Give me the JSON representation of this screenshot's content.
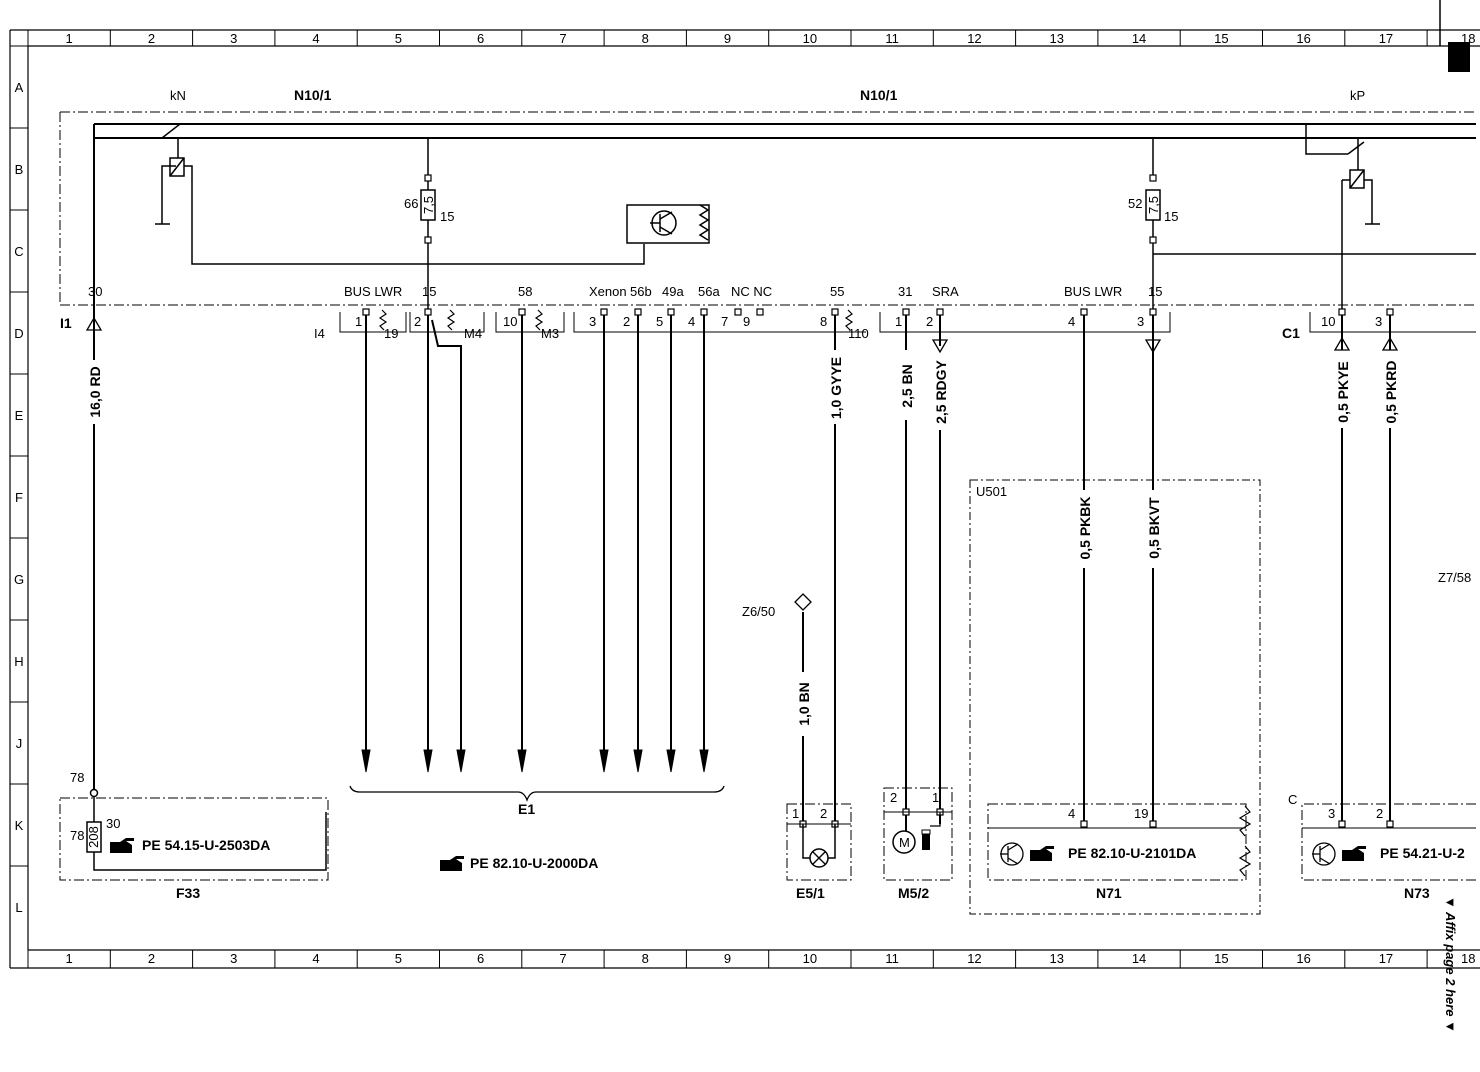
{
  "grid": {
    "columns": [
      "1",
      "2",
      "3",
      "4",
      "5",
      "6",
      "7",
      "8",
      "9",
      "10",
      "11",
      "12",
      "13",
      "14",
      "15",
      "16",
      "17",
      "18"
    ],
    "rows": [
      "A",
      "B",
      "C",
      "D",
      "E",
      "F",
      "G",
      "H",
      "J",
      "K",
      "L"
    ]
  },
  "modules": {
    "n10_1_left": "N10/1",
    "n10_1_center": "N10/1",
    "relay_kn": "kN",
    "relay_kp": "kP",
    "fuse66": "66",
    "fuse66_rating": "7,5",
    "fuse66_term": "15",
    "fuse52": "52",
    "fuse52_rating": "7,5",
    "fuse52_term": "15"
  },
  "terminals": {
    "t30": "30",
    "bus_lwr_1": "BUS LWR",
    "t15_1": "15",
    "t58": "58",
    "xenon": "Xenon",
    "t56b": "56b",
    "t49a": "49a",
    "t56a": "56a",
    "nc": "NC NC",
    "t55": "55",
    "t31": "31",
    "sra": "SRA",
    "bus_lwr_2": "BUS LWR",
    "t15_2": "15"
  },
  "connectors": {
    "i1": "I1",
    "i4": "I4",
    "m4": "M4",
    "m3": "M3",
    "c1": "C1",
    "c": "C"
  },
  "pins": {
    "p1": "1",
    "p19": "19",
    "p2": "2",
    "p10": "10",
    "p3": "3",
    "p2b": "2",
    "p5": "5",
    "p4": "4",
    "p7": "7",
    "p9": "9",
    "p8": "8",
    "p110": "110",
    "p1b": "1",
    "p2c": "2",
    "p4b": "4",
    "p3b": "3",
    "p10b": "10",
    "p3c": "3"
  },
  "wires": {
    "w_16rd": "16,0 RD",
    "w_gyye": "1,0 GYYE",
    "w_25bn": "2,5 BN",
    "w_rdgy": "2,5 RDGY",
    "w_pkye": "0,5 PKYE",
    "w_pkrd": "0,5 PKRD",
    "w_pkbk": "0,5 PKBK",
    "w_bkvt": "0,5 BKVT",
    "w_10bn": "1,0 BN"
  },
  "components": {
    "f33": "F33",
    "f33_pin78_top": "78",
    "f33_pin78": "78",
    "f33_pin30": "30",
    "f33_fuse": "208",
    "f33_ref": "PE 54.15-U-2503DA",
    "e1": "E1",
    "e1_ref": "PE 82.10-U-2000DA",
    "z6_50": "Z6/50",
    "e5_1": "E5/1",
    "e5_pin1": "1",
    "e5_pin2": "2",
    "m5_2": "M5/2",
    "m5_pin2": "2",
    "m5_pin1": "1",
    "m5_motor": "M",
    "u501": "U501",
    "n71": "N71",
    "n71_pin4": "4",
    "n71_pin19": "19",
    "n71_ref": "PE 82.10-U-2101DA",
    "n73": "N73",
    "n73_pin3": "3",
    "n73_pin2": "2",
    "n73_ref": "PE 54.21-U-2",
    "z7_58": "Z7/58"
  },
  "affix_note": "▼ Affix page 2 here ▼"
}
